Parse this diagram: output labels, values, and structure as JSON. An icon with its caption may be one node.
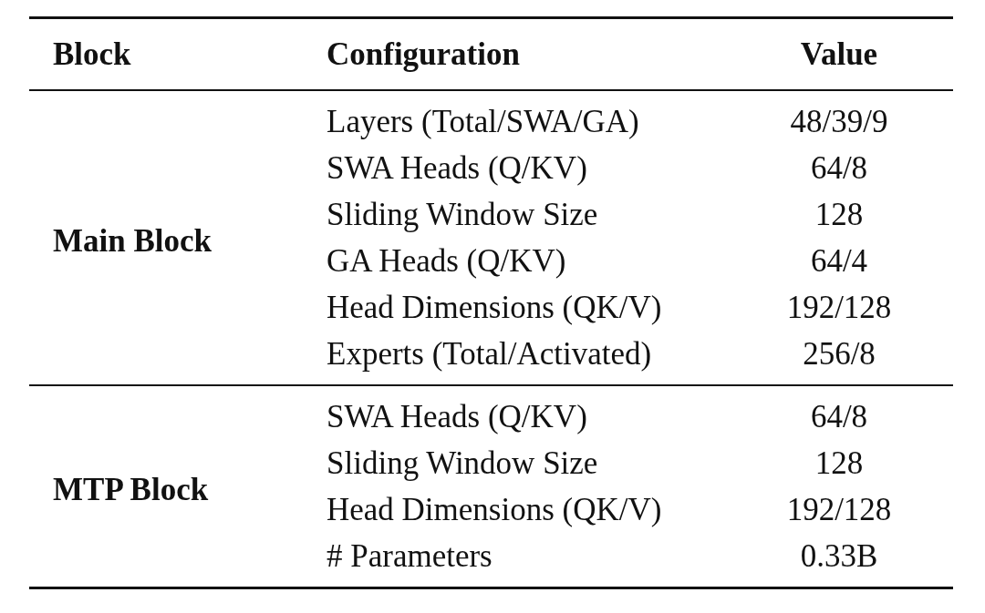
{
  "diagram": {
    "labels": [
      "Block",
      "Configuration",
      "Value",
      "Main Block",
      "Layers (Total/SWA/GA)",
      "48/39/9",
      "SWA Heads (Q/KV)",
      "64/8",
      "Sliding Window Size",
      "128",
      "GA Heads (Q/KV)",
      "64/4",
      "Head Dimensions (QK/V)",
      "192/128",
      "Experts (Total/Activated)",
      "256/8",
      "MTP Block",
      "SWA Heads (Q/KV)",
      "64/8",
      "Sliding Window Size",
      "128",
      "Head Dimensions (QK/V)",
      "192/128",
      "# Parameters",
      "0.33B"
    ]
  }
}
